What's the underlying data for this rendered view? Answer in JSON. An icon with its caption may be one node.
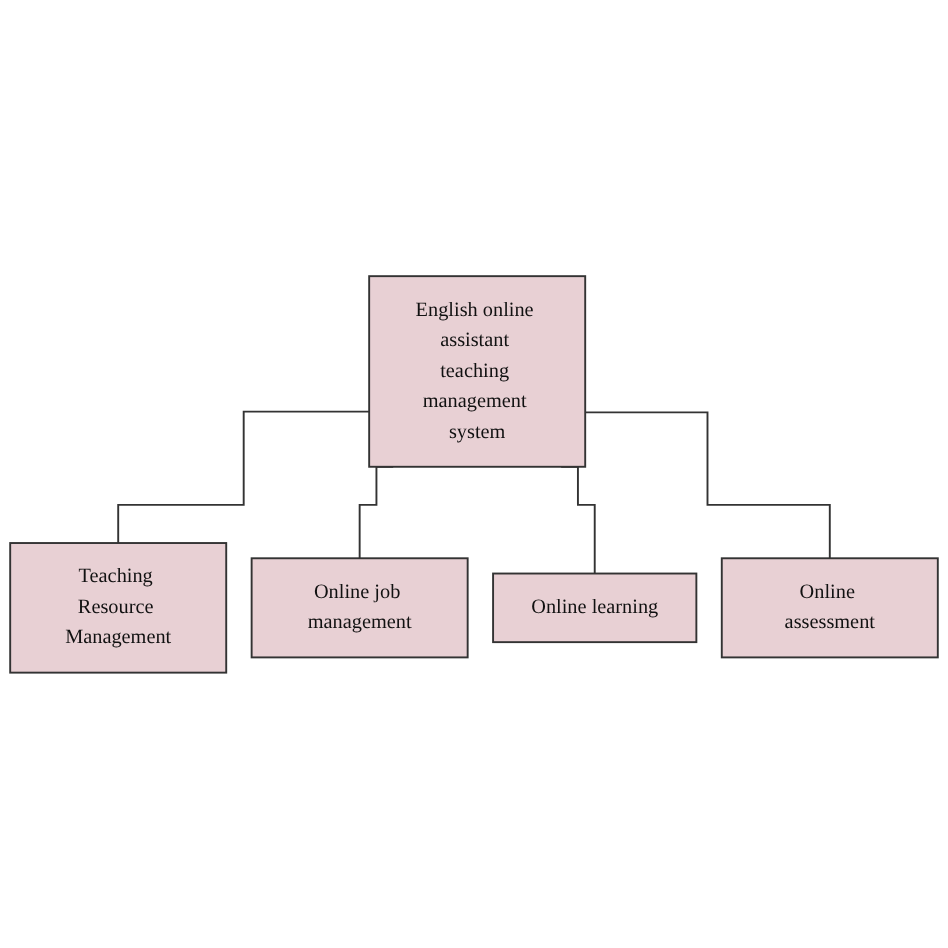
{
  "diagram": {
    "nodes": [
      {
        "text": [
          "English online assistant teaching management system"
        ]
      },
      {
        "text": [
          "Teaching Resource Management"
        ]
      },
      {
        "text": [
          "Online job management"
        ]
      },
      {
        "text": [
          "Online learning"
        ]
      },
      {
        "text": [
          "Online assessment"
        ]
      }
    ],
    "edges": [
      {
        "from": 0,
        "to": 1,
        "arrow": "none"
      },
      {
        "from": 0,
        "to": 2,
        "arrow": "none"
      },
      {
        "from": 0,
        "to": 3,
        "arrow": "none"
      },
      {
        "from": 0,
        "to": 4,
        "arrow": "none"
      }
    ]
  }
}
